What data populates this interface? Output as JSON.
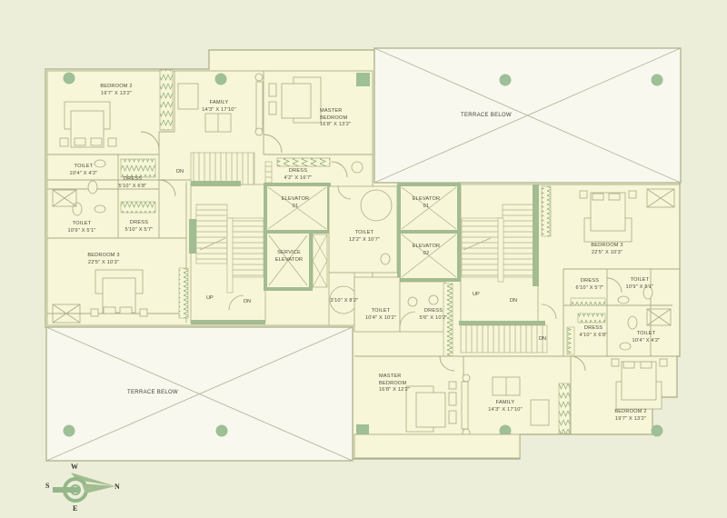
{
  "plan": {
    "background": "#edeed9",
    "floor_fill": "#f7f6d8",
    "terrace_fill": "#f8f8ef",
    "wall_color": "#a8ad84",
    "accent_green": "#93b68a",
    "thick_wall_green": "#a3bc91",
    "column_color": "#9fbf97"
  },
  "rooms": {
    "west_bedroom2": {
      "name": "BEDROOM 2",
      "dim": "19'7\" X 13'2\""
    },
    "west_family": {
      "name": "FAMILY",
      "dim": "14'3\" X 17'10\""
    },
    "west_master": {
      "name": "MASTER BEDROOM",
      "line1": "MASTER",
      "line2": "BEDROOM",
      "dim": "16'8\" X 13'2\""
    },
    "west_toilet1": {
      "name": "TOILET",
      "dim": "10'4\" X 4'2\""
    },
    "west_dress1": {
      "name": "DRESS",
      "dim": "5'10\" X 6'8\""
    },
    "west_dress_master": {
      "name": "DRESS",
      "dim": "4'2\" X 16'7\""
    },
    "west_toilet2": {
      "name": "TOILET",
      "dim": "10'9\" X 5'1\""
    },
    "west_dress2": {
      "name": "DRESS",
      "dim": "5'10\" X 5'7\""
    },
    "west_bedroom3": {
      "name": "BEDROOM 3",
      "dim": "22'5\" X 10'3\""
    },
    "elevator_01": {
      "line1": "ELEVATOR",
      "line2": "01"
    },
    "elevator_01b": {
      "line1": "ELEVATOR",
      "line2": "01"
    },
    "elevator_02": {
      "line1": "ELEVATOR",
      "line2": "02"
    },
    "service_elevator": {
      "line1": "SERVICE",
      "line2": "ELEVATOR"
    },
    "central_toilet": {
      "name": "TOILET",
      "dim": "12'2\" X 10'7\""
    },
    "central_round": {
      "dim": "3'10\" X 8'2\""
    },
    "east_toilet_master": {
      "name": "TOILET",
      "dim": "10'4\" X 10'2\""
    },
    "east_dress_master": {
      "name": "DRESS",
      "dim": "5'6\" X 10'2\""
    },
    "east_bedroom3": {
      "name": "BEDROOM 3",
      "dim": "22'5\" X 10'3\""
    },
    "east_dress1": {
      "name": "DRESS",
      "dim": "6'10\" X 5'7\""
    },
    "east_toilet1": {
      "name": "TOILET",
      "dim": "10'9\" X 5'1\""
    },
    "east_dress2": {
      "name": "DRESS",
      "dim": "4'10\" X 6'8\""
    },
    "east_toilet2": {
      "name": "TOILET",
      "dim": "10'4\" X 4'2\""
    },
    "east_master": {
      "line1": "MASTER",
      "line2": "BEDROOM",
      "dim": "16'8\" X 12'2\""
    },
    "east_family": {
      "name": "FAMILY",
      "dim": "14'3\" X 17'10\""
    },
    "east_bedroom2": {
      "name": "BEDROOM 2",
      "dim": "19'7\" X 13'2\""
    }
  },
  "terraces": [
    {
      "label": "TERRACE BELOW"
    },
    {
      "label": "TERRACE BELOW"
    }
  ],
  "stairs": {
    "west_dn_top": "DN",
    "west_up": "UP",
    "west_dn": "DN",
    "east_up": "UP",
    "east_dn": "DN",
    "east_dn_lower": "DN"
  },
  "compass": {
    "n": "N",
    "s": "S",
    "e": "E",
    "w": "W"
  }
}
